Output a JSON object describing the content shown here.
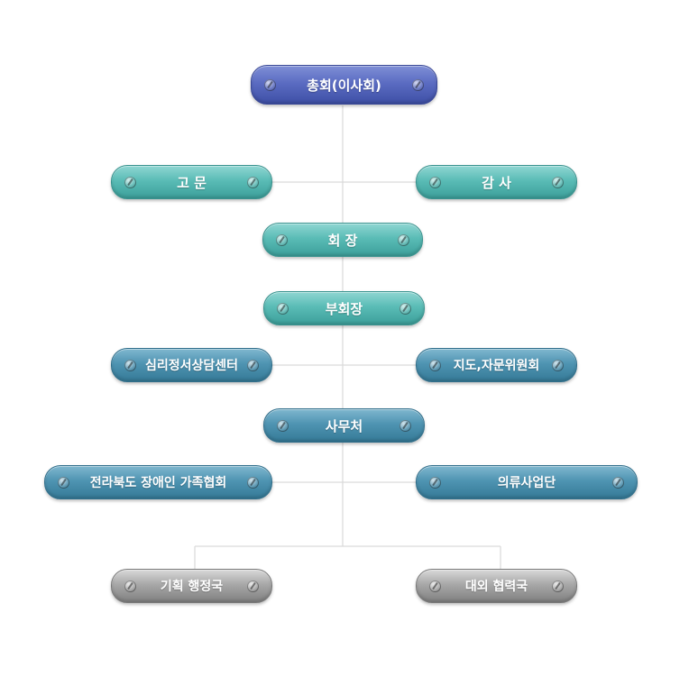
{
  "org_chart": {
    "assembly": "총회(이사회)",
    "advisor": "고 문",
    "auditor": "감 사",
    "president": "회 장",
    "vice_president": "부회장",
    "counseling_center": "심리정서상담센터",
    "advisory_committee": "지도,자문위원회",
    "secretariat": "사무처",
    "provincial_association": "전라북도 장애인 가족협회",
    "medical_volunteer_group": "의류사업단",
    "planning_bureau": "기획 행정국",
    "external_bureau": "대외 협력국"
  },
  "colors": {
    "top_level": "#4a5bb5",
    "executive": "#4fb3ad",
    "operations": "#4389a8",
    "bureau": "#959595",
    "connector": "#d9d9d9"
  }
}
